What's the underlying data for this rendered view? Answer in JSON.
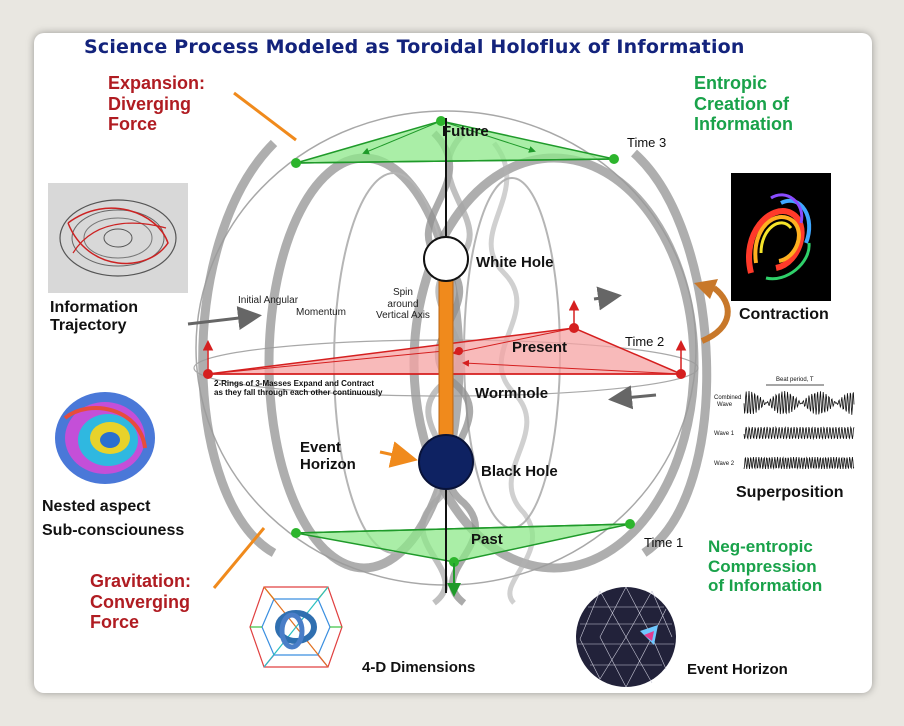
{
  "title": "Science Process  Modeled as Toroidal  Holoflux of Information",
  "left_labels": {
    "expansion": [
      "Expansion:",
      "Diverging",
      "Force"
    ],
    "information_trajectory": [
      "Information",
      "Trajectory"
    ],
    "nested_aspect": [
      "Nested aspect",
      "Sub-consciouness"
    ],
    "gravitation": [
      "Gravitation:",
      "Converging",
      "Force"
    ]
  },
  "right_labels": {
    "entropic": [
      "Entropic",
      "Creation of",
      "Information"
    ],
    "contraction": "Contraction",
    "superposition": "Superposition",
    "neg_entropic": [
      "Neg-entropic",
      "Compression",
      "of Information"
    ],
    "event_horizon_bottom": "Event Horizon"
  },
  "center_labels": {
    "future": "Future",
    "white_hole": "White Hole",
    "present": "Present",
    "wormhole": "Wormhole",
    "event_horizon": [
      "Event",
      "Horizon"
    ],
    "black_hole": "Black Hole",
    "past": "Past",
    "time3": "Time 3",
    "time2": "Time 2",
    "time1": "Time 1",
    "angular_momentum": [
      "Initial Angular",
      "Momentum"
    ],
    "spin": [
      "Spin",
      "around",
      "Vertical Axis"
    ],
    "rings_note": [
      "2-Rings of 3-Masses Expand and Contract",
      "as they fall through each other continuously"
    ],
    "four_d": "4-D Dimensions"
  },
  "wave_labels": {
    "beat": "Beat period, T",
    "combined": [
      "Combined",
      "Wave"
    ],
    "wave1": "Wave 1",
    "wave2": "Wave 2"
  },
  "colors": {
    "title": "#13237c",
    "red_label": "#b01c22",
    "green_label": "#19a24a",
    "green_plane": "#7fe07a",
    "red_plane": "#f29a9a",
    "axis_orange": "#f08a1c",
    "black_hole": "#0e2262"
  }
}
